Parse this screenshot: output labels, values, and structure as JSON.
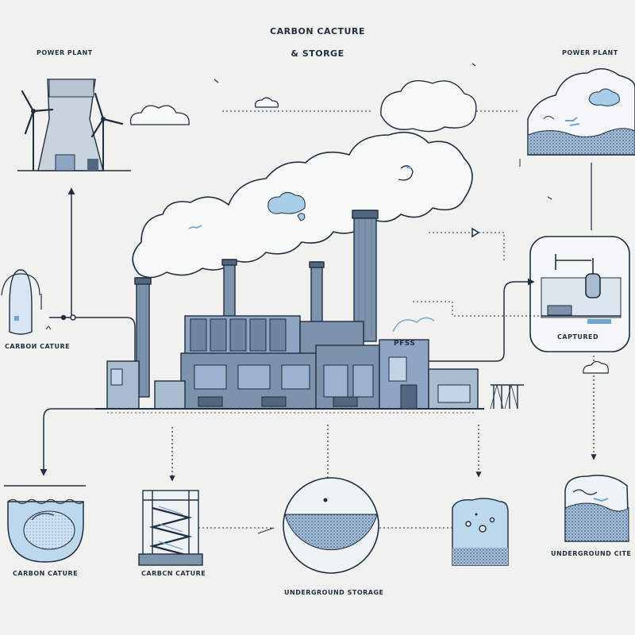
{
  "title": {
    "line1": "CARBON CACTURE",
    "line2": "& STORGE"
  },
  "labels": {
    "power_plant_left": "POWER PLANT",
    "power_plant_right": "POWER PLANT",
    "carbon_capture_left": "CARBOИ CATURE",
    "capture_unit": "CAPTURED",
    "carbon_capture_bottom_1": "CARBON CATURE",
    "carbon_capture_bottom_2": "CARBCN CATURE",
    "underground_storage": "UNDERGROUND STORAGE",
    "underground_site": "UNDERGROUND CITE",
    "building_sign": "PFSS"
  },
  "colors": {
    "ink": "#1f2e40",
    "building": "#7d92ab",
    "building_dark": "#51667f",
    "window": "#8ea6c4",
    "light_blue": "#bcd8ec",
    "accent_blue": "#6aa6d6",
    "background": "#f1f2f0"
  }
}
